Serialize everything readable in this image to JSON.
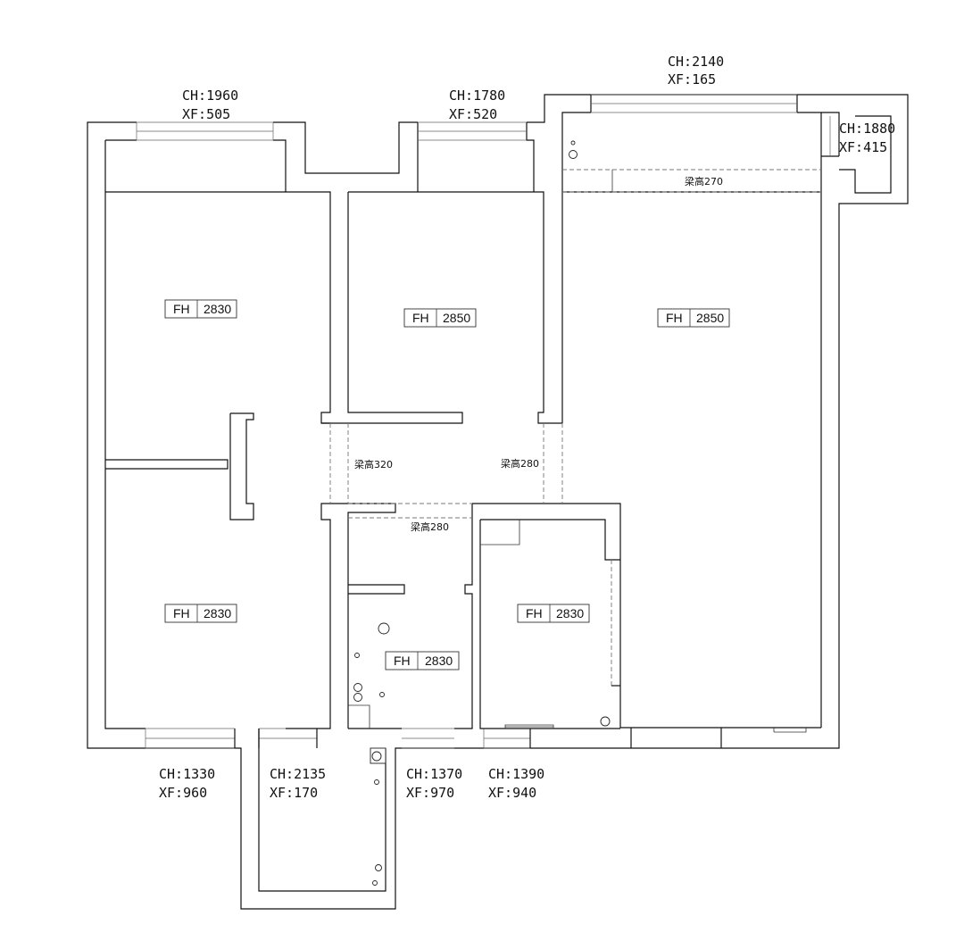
{
  "window_labels": [
    {
      "id": "w1",
      "ch": "CH:1960",
      "xf": "XF:505"
    },
    {
      "id": "w2",
      "ch": "CH:1780",
      "xf": "XF:520"
    },
    {
      "id": "w3",
      "ch": "CH:2140",
      "xf": "XF:165"
    },
    {
      "id": "w4",
      "ch": "CH:1880",
      "xf": "XF:415"
    },
    {
      "id": "w5",
      "ch": "CH:1330",
      "xf": "XF:960"
    },
    {
      "id": "w6",
      "ch": "CH:2135",
      "xf": "XF:170"
    },
    {
      "id": "w7",
      "ch": "CH:1370",
      "xf": "XF:970"
    },
    {
      "id": "w8",
      "ch": "CH:1390",
      "xf": "XF:940"
    }
  ],
  "ceiling_tags": [
    {
      "id": "r1",
      "key": "FH",
      "value": "2830"
    },
    {
      "id": "r2",
      "key": "FH",
      "value": "2850"
    },
    {
      "id": "r3",
      "key": "FH",
      "value": "2850"
    },
    {
      "id": "r4",
      "key": "FH",
      "value": "2830"
    },
    {
      "id": "r5",
      "key": "FH",
      "value": "2830"
    },
    {
      "id": "r6",
      "key": "FH",
      "value": "2830"
    }
  ],
  "beam_labels": [
    {
      "id": "b1",
      "text": "梁高270"
    },
    {
      "id": "b2",
      "text": "梁高320"
    },
    {
      "id": "b3",
      "text": "梁高280"
    },
    {
      "id": "b4",
      "text": "梁高280"
    }
  ]
}
